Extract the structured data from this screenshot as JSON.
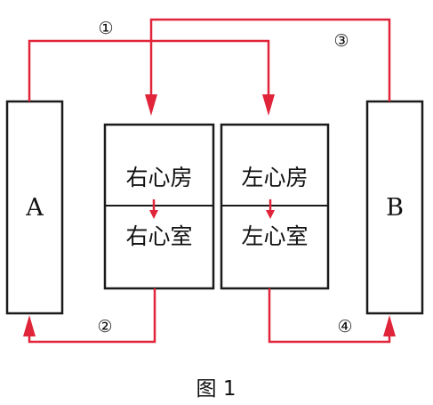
{
  "organs": {
    "left": "A",
    "right": "B"
  },
  "heart": {
    "right_atrium": "右心房",
    "right_ventricle": "右心室",
    "left_atrium": "左心房",
    "left_ventricle": "左心室"
  },
  "paths": [
    "①",
    "②",
    "③",
    "④"
  ],
  "caption": "图 1",
  "colors": {
    "flow": "#e0243a",
    "outline": "#1a1a1a"
  }
}
